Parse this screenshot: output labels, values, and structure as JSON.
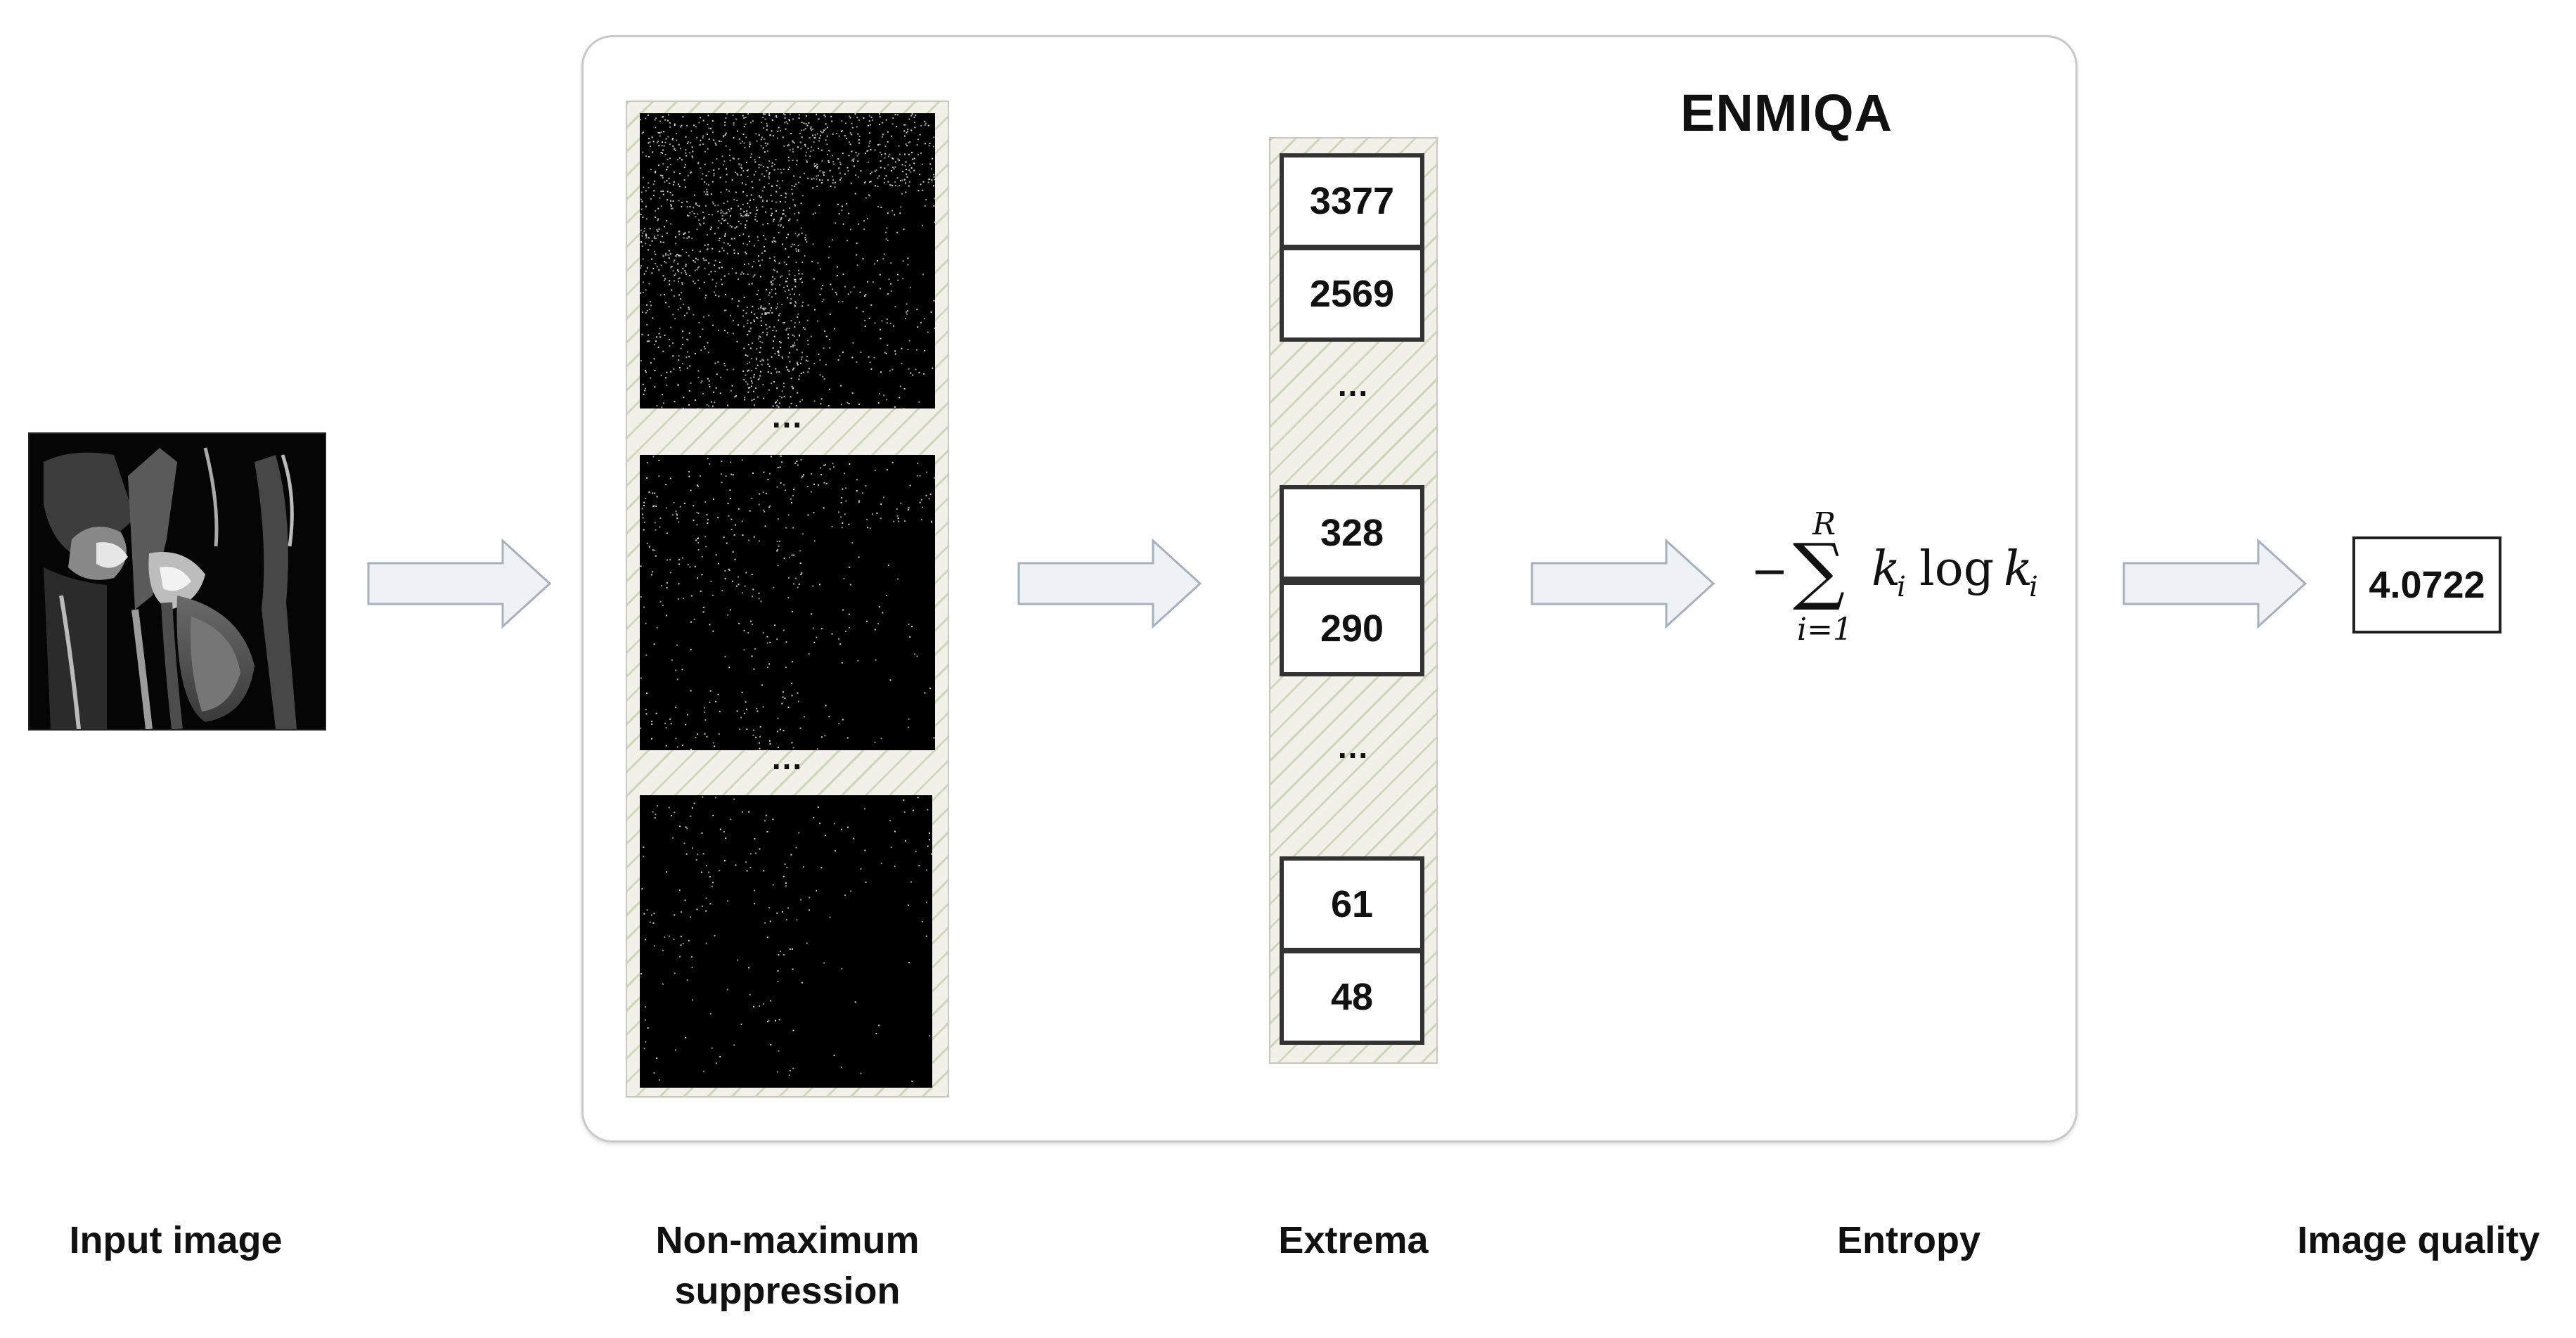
{
  "title": "ENMIQA",
  "labels": {
    "input": "Input image",
    "nms_line1": "Non-maximum",
    "nms_line2": "suppression",
    "extrema": "Extrema",
    "entropy": "Entropy",
    "quality": "Image quality"
  },
  "nms_dots": [
    "...",
    "..."
  ],
  "extrema_top": [
    "3377",
    "2569"
  ],
  "extrema_mid": [
    "328",
    "290"
  ],
  "extrema_bottom": [
    "61",
    "48"
  ],
  "extrema_dots": [
    "...",
    "..."
  ],
  "formula": {
    "upper": "R",
    "lower": "i=1",
    "minus": "−",
    "sigma": "∑",
    "body_k": "k",
    "body_i": "i",
    "log": "log",
    "body_k2": "k",
    "body_i2": "i"
  },
  "result_value": "4.0722",
  "colors": {
    "arrow_fill": "#eef2f6",
    "arrow_stroke": "#a7b0bb",
    "panel_border": "#c9c9c9",
    "hatch": "#cfd6bd"
  }
}
